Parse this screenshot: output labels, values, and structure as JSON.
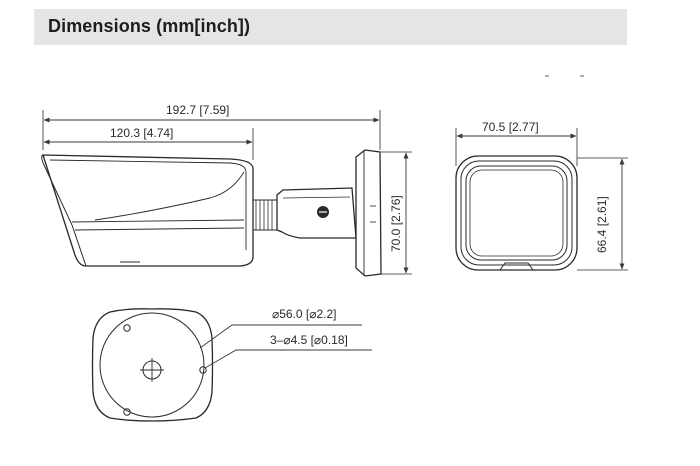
{
  "header": {
    "title": "Dimensions (mm[inch])",
    "background": "#e5e5e5"
  },
  "side_view": {
    "overall_length": "192.7  [7.59]",
    "housing_length": "120.3  [4.74]",
    "height": "70.0  [2.76]"
  },
  "front_view": {
    "width": "70.5  [2.77]",
    "height": "66.4  [2.61]"
  },
  "base_view": {
    "base_diameter": "⌀56.0  [⌀2.2]",
    "screw_holes": "3–⌀4.5  [⌀0.18]"
  },
  "colors": {
    "line": "#2a2a2a",
    "dim_line": "#3a3a3a"
  }
}
